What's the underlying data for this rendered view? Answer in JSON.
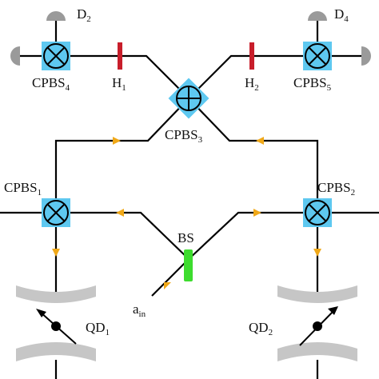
{
  "colors": {
    "wire": "#000000",
    "splitter": "#5ec8f0",
    "half_wave_plate": "#c81e2b",
    "beam_splitter": "#3ddc2e",
    "arrow": "#f0a818",
    "detector": "#9a9a9a",
    "cavity_mirror": "#c6c6c6"
  },
  "labels": {
    "d2": {
      "main": "D",
      "sub": "2"
    },
    "d4": {
      "main": "D",
      "sub": "4"
    },
    "cpbs4": {
      "main": "CPBS",
      "sub": "4"
    },
    "cpbs5": {
      "main": "CPBS",
      "sub": "5"
    },
    "cpbs3": {
      "main": "CPBS",
      "sub": "3"
    },
    "cpbs1": {
      "main": "CPBS",
      "sub": "1"
    },
    "cpbs2": {
      "main": "CPBS",
      "sub": "2"
    },
    "h1": {
      "main": "H",
      "sub": "1"
    },
    "h2": {
      "main": "H",
      "sub": "2"
    },
    "bs": {
      "main": "BS"
    },
    "ain": {
      "main": "a",
      "sub": "in"
    },
    "qd1": {
      "main": "QD",
      "sub": "1"
    },
    "qd2": {
      "main": "QD",
      "sub": "2"
    }
  },
  "icons": {
    "polarizing_beam_splitter": "circle-with-cross-in-square",
    "detector": "half-round-detector",
    "spin": "arrow-with-dot",
    "propagation": "triangle-arrowhead"
  }
}
